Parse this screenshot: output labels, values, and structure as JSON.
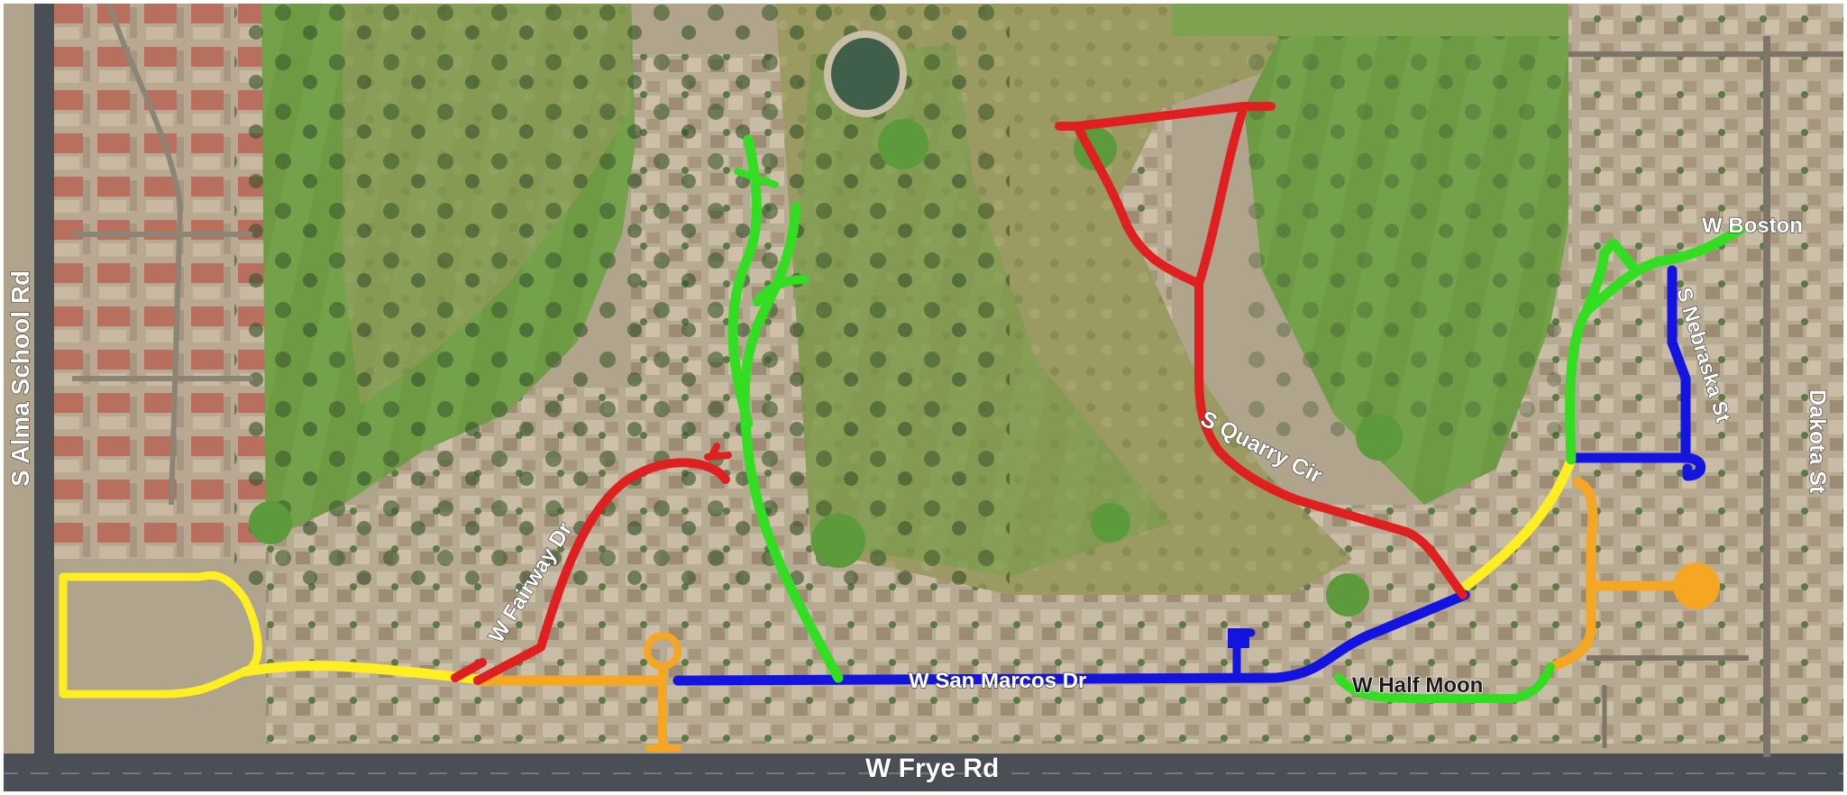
{
  "map": {
    "labels": {
      "alma_school": "S Alma School Rd",
      "frye": "W Frye Rd",
      "san_marcos": "W San Marcos Dr",
      "fairway": "W Fairway Dr",
      "quarry": "S Quarry Cir",
      "half_moon": "W Half Moon",
      "boston": "W Boston",
      "nebraska": "S Nebraska St",
      "dakota": "Dakota St"
    },
    "route_colors": {
      "yellow": "#ffee22",
      "orange": "#f5a623",
      "blue": "#1414e0",
      "green": "#33dd22",
      "red": "#e02020"
    },
    "base_colors": {
      "road": "#4a4f55",
      "golf_grass": "#6f9a45",
      "residential": "#b3a58e",
      "water": "#3f5f4a",
      "frame": "#ffffff"
    }
  }
}
